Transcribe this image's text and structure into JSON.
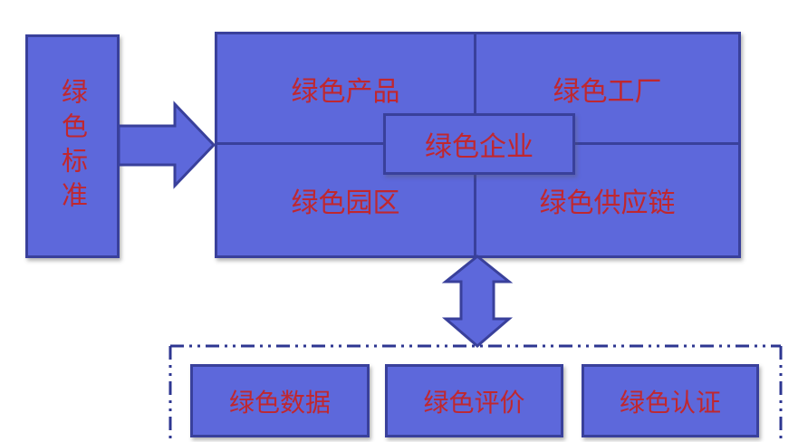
{
  "diagram": {
    "left_box": {
      "label": "绿色标准"
    },
    "matrix": {
      "quadrants": [
        {
          "id": "product",
          "label": "绿色产品"
        },
        {
          "id": "factory",
          "label": "绿色工厂"
        },
        {
          "id": "park",
          "label": "绿色园区"
        },
        {
          "id": "supply_chain",
          "label": "绿色供应链"
        }
      ],
      "center": {
        "label": "绿色企业"
      }
    },
    "bottom_group": [
      {
        "label": "绿色数据"
      },
      {
        "label": "绿色评价"
      },
      {
        "label": "绿色认证"
      }
    ],
    "colors": {
      "box_fill": "#5D68DB",
      "box_border": "#39409B",
      "label_text": "#C0272F",
      "dashed_outline": "#2D3691"
    }
  }
}
